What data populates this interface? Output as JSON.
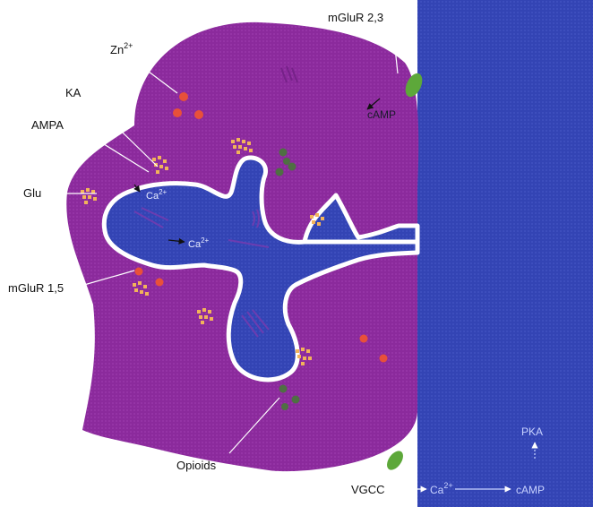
{
  "labels": {
    "zn": "Zn",
    "zn_sup": "2+",
    "ka": "KA",
    "ampa": "AMPA",
    "glu": "Glu",
    "mglur15": "mGluR 1,5",
    "mglur23": "mGluR 2,3",
    "opioids": "Opioids",
    "camp_top": "cAMP",
    "ca_1": "Ca",
    "ca_1_sup": "2+",
    "ca_2": "Ca",
    "ca_2_sup": "2+",
    "pka": "PKA",
    "vgcc": "VGCC",
    "ca_bottom": "Ca",
    "ca_bottom_sup": "2+",
    "camp_bottom": "cAMP"
  },
  "colors": {
    "terminal": "#8b2a9c",
    "dendrite": "#3344b4",
    "spine_outline": "#ffffff",
    "zinc_dot": "#e8503a",
    "opioid_dot": "#4f6f43",
    "receptor": "#5da83a",
    "glutamate": "#f2b35a"
  }
}
